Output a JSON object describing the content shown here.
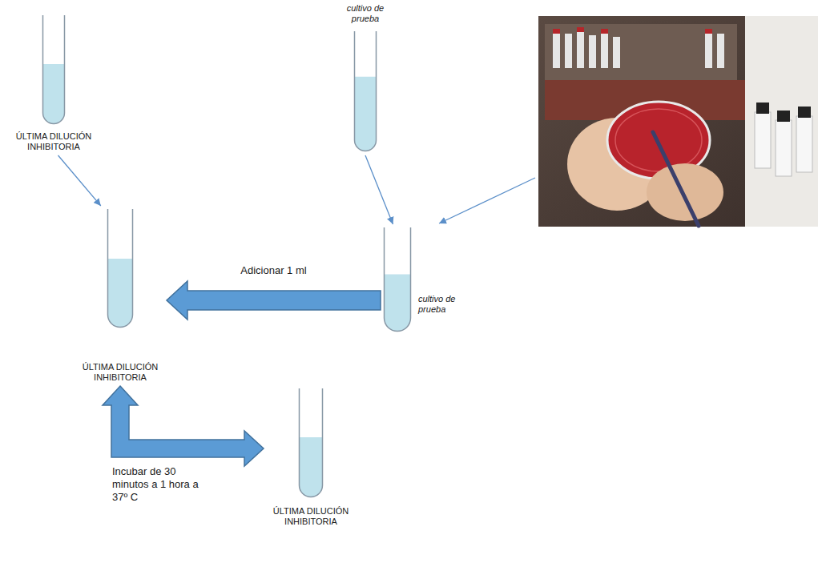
{
  "diagram": {
    "nodes": [
      {
        "text": [
          "ÚLTIMA DILUCIÓN INHIBITORIA"
        ]
      },
      {
        "text": [
          "cultivo de prueba"
        ]
      },
      {
        "text": [
          "ÚLTIMA DILUCIÓN INHIBITORIA"
        ]
      },
      {
        "text": [
          "cultivo de prueba"
        ]
      },
      {
        "text": [
          "ÚLTIMA DILUCIÓN INHIBITORIA"
        ]
      }
    ],
    "edges": [
      {
        "from": 0,
        "to": 2,
        "arrow": "to"
      },
      {
        "from": 1,
        "to": 3,
        "arrow": "to"
      },
      {
        "from": 3,
        "to": 2,
        "label": "Adicionar 1 ml",
        "arrow": "to"
      },
      {
        "from": 2,
        "to": 4,
        "label": "Incubar de 30 minutos a 1 hora a 37º C",
        "arrow": "both"
      }
    ]
  }
}
